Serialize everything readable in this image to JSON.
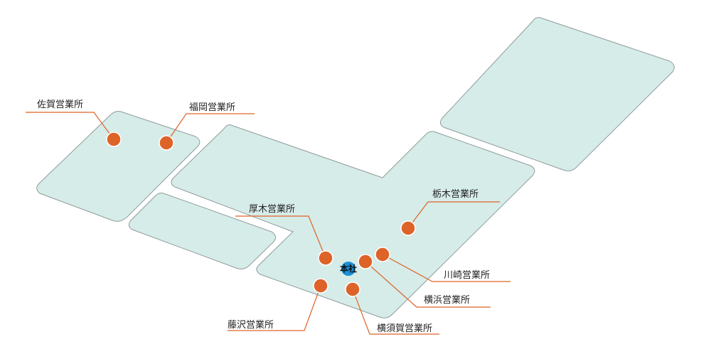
{
  "colors": {
    "land_fill": "#d6ece9",
    "land_stroke": "#8f9c9a",
    "office_marker": "#de6328",
    "leader_line": "#de6328",
    "hq_marker": "#1a8fd8"
  },
  "headquarters": {
    "label": "本社"
  },
  "offices": [
    {
      "id": "saga",
      "label": "佐賀営業所"
    },
    {
      "id": "fukuoka",
      "label": "福岡営業所"
    },
    {
      "id": "atsugi",
      "label": "厚木営業所"
    },
    {
      "id": "tochigi",
      "label": "栃木営業所"
    },
    {
      "id": "kawasaki",
      "label": "川崎営業所"
    },
    {
      "id": "yokohama",
      "label": "横浜営業所"
    },
    {
      "id": "yokosuka",
      "label": "横須賀営業所"
    },
    {
      "id": "fujisawa",
      "label": "藤沢営業所"
    }
  ]
}
